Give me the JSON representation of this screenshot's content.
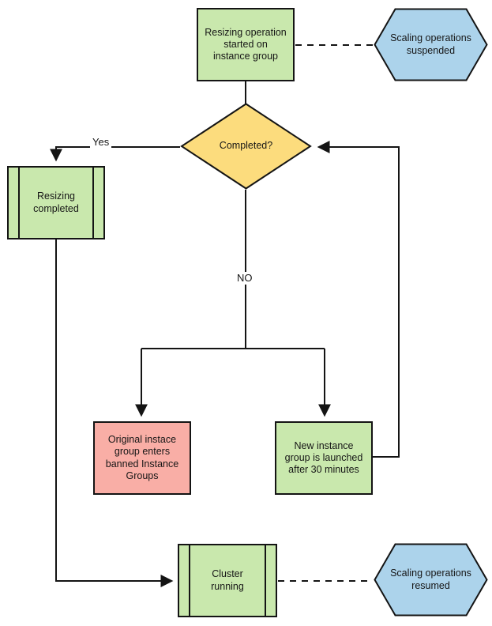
{
  "diagram": {
    "description": "Flowchart of instance group resizing with scaling operations suspended/resumed",
    "colors": {
      "process_green": "#c9e8ad",
      "decision_yellow": "#fcdc7d",
      "terminal_blue": "#acd3eb",
      "warning_pink": "#f9aea6",
      "stroke_black": "#141414",
      "background": "#ffffff"
    },
    "nodes": {
      "start": {
        "type": "process",
        "label": "Resizing operation\nstarted on\ninstance group"
      },
      "suspended": {
        "type": "hexagon-terminal",
        "label": "Scaling operations\nsuspended"
      },
      "decision": {
        "type": "decision-diamond",
        "label": "Completed?"
      },
      "resizing_completed": {
        "type": "predefined-process",
        "label": "Resizing\ncompleted"
      },
      "banned_group": {
        "type": "process",
        "label": "Original instace\ngroup enters\nbanned Instance\nGroups"
      },
      "new_instance": {
        "type": "process",
        "label": "New instance\ngroup is launched\nafter 30 minutes"
      },
      "cluster_running": {
        "type": "predefined-process",
        "label": "Cluster\nrunning"
      },
      "resumed": {
        "type": "hexagon-terminal",
        "label": "Scaling operations\nresumed"
      }
    },
    "edge_labels": {
      "yes": "Yes",
      "no": "NO"
    }
  }
}
